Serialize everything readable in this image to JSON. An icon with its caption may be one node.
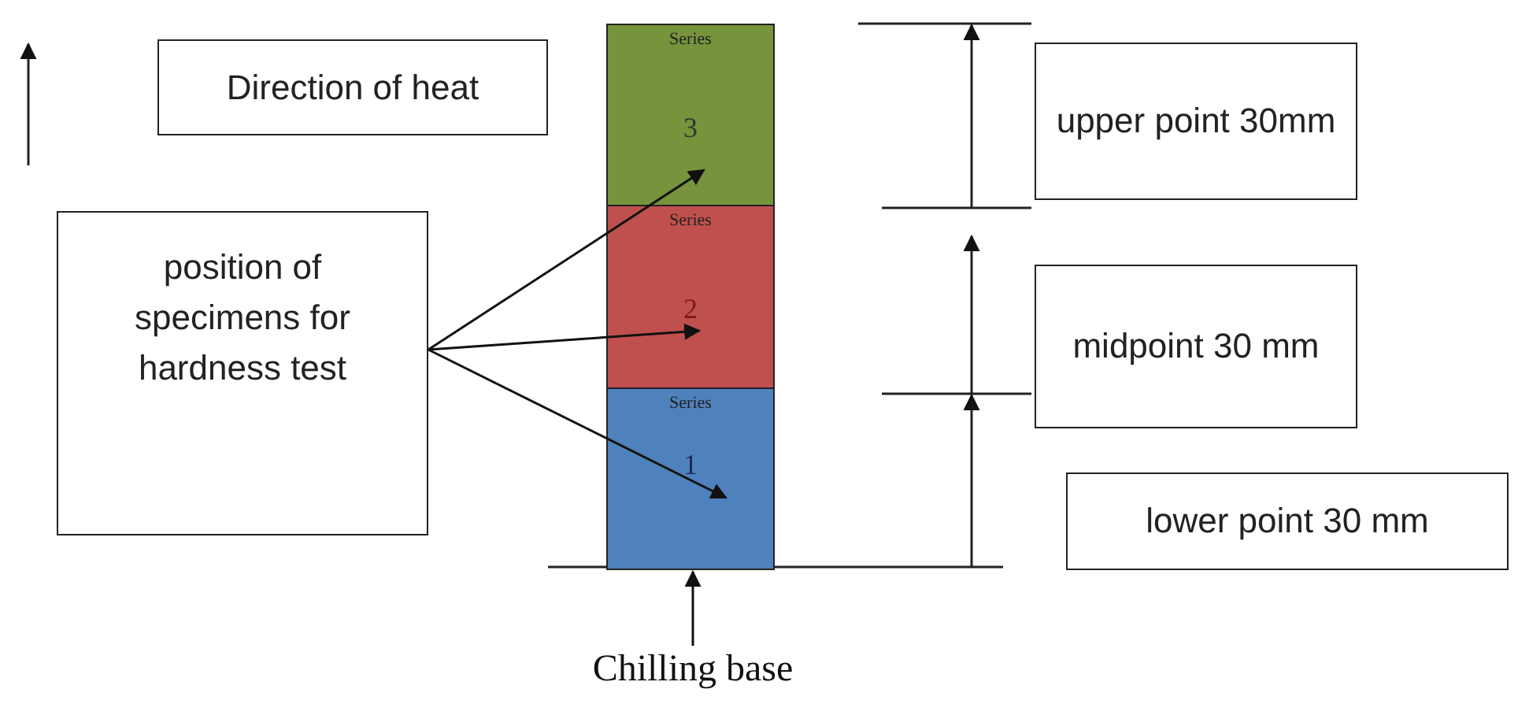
{
  "diagram": {
    "nodes": [
      {
        "text": [
          "Direction of heat"
        ]
      },
      {
        "text": [
          "position of specimens for hardness test"
        ]
      },
      {
        "text": [
          "Series",
          "3"
        ]
      },
      {
        "text": [
          "Series",
          "2"
        ]
      },
      {
        "text": [
          "Series",
          "1"
        ]
      },
      {
        "text": [
          "upper point 30mm"
        ]
      },
      {
        "text": [
          "midpoint 30 mm"
        ]
      },
      {
        "text": [
          "lower point 30 mm"
        ]
      },
      {
        "text": [
          "Chilling base"
        ]
      }
    ],
    "edges": [
      {
        "from": 1,
        "to": 2,
        "arrow": "to"
      },
      {
        "from": 1,
        "to": 3,
        "arrow": "to"
      },
      {
        "from": 1,
        "to": 4,
        "arrow": "to"
      },
      {
        "from": 8,
        "to": 4,
        "arrow": "to"
      }
    ]
  }
}
